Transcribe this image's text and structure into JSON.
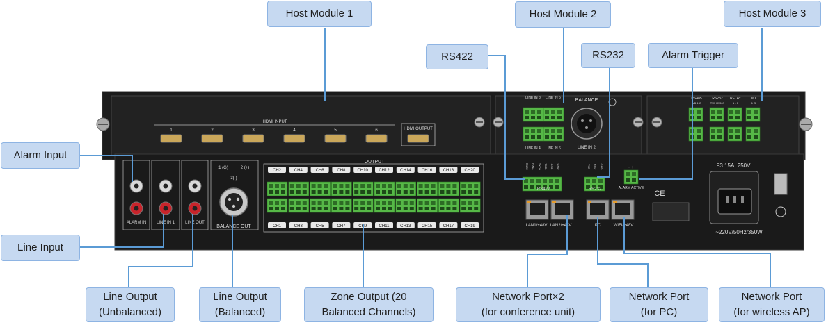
{
  "callouts": {
    "host_module_1": "Host Module 1",
    "host_module_2": "Host Module 2",
    "host_module_3": "Host Module 3",
    "rs422": "RS422",
    "rs232": "RS232",
    "alarm_trigger": "Alarm Trigger",
    "alarm_input": "Alarm Input",
    "line_input": "Line Input",
    "line_output_unbalanced": "Line Output\n(Unbalanced)",
    "line_output_balanced": "Line Output\n(Balanced)",
    "zone_output": "Zone Output (20\nBalanced Channels)",
    "network_port_conference": "Network Port×2\n(for conference unit)",
    "network_port_pc": "Network Port\n(for PC)",
    "network_port_wireless": "Network Port\n(for wireless AP)"
  },
  "panel": {
    "hdmi_input": "HDMI INPUT",
    "hdmi_ports": [
      "1",
      "2",
      "3",
      "4",
      "5",
      "6"
    ],
    "hdmi_output": "HDMI OUTPUT",
    "output": "OUTPUT",
    "channels_top": [
      "CH2",
      "CH4",
      "CH6",
      "CH8",
      "CH10",
      "CH12",
      "CH14",
      "CH16",
      "CH18",
      "CH20"
    ],
    "channels_bottom": [
      "CH1",
      "CH3",
      "CH5",
      "CH7",
      "CH9",
      "CH11",
      "CH13",
      "CH15",
      "CH17",
      "CH19"
    ],
    "balance": "BALANCE",
    "line_in_2": "LINE IN 2",
    "line_in_3": "LINE IN 3",
    "line_in_4": "LINE IN 4",
    "line_in_5": "LINE IN 5",
    "line_in_6": "LINE IN 6",
    "rs422_label": "RS422",
    "rs422_pins": [
      "RXD+",
      "RXD-",
      "TXD+",
      "TXD-",
      "GND",
      "GND"
    ],
    "rs232_label": "RS232",
    "rs232_pins": [
      "TXD",
      "RXD",
      "GND"
    ],
    "alarm_active": "ALARM\nACTIVE",
    "alarm_pm": "- +",
    "alarm_in": "ALARM\nIN",
    "line_in_1": "LINE\nIN 1",
    "line_out": "LINE\nOUT",
    "balance_out": "BALANCE OUT",
    "xlr_pins": "1\n(G)",
    "xlr_pin2": "2\n(+)",
    "xlr_pin3": "3(-)",
    "lan1": "LAN1/+48V",
    "lan2": "LAN2/+48V",
    "pc": "PC",
    "wifi": "WIFI/+48V",
    "fuse": "F3.15AL250V",
    "power": "~220V/50Hz/350W",
    "ce": "CE",
    "module3_labels": [
      "RS485",
      "RS232",
      "RELAY",
      "I/O"
    ],
    "module3_sub": [
      "A B 1 G",
      "TX1 RX1 G",
      "1 - 1",
      "1 G"
    ]
  },
  "colors": {
    "callout_fill": "#c6d9f1",
    "callout_border": "#8eb4e3",
    "leader_line": "#5b9bd5",
    "terminal_green": "#56b847",
    "panel_dark": "#1a1a1a"
  }
}
